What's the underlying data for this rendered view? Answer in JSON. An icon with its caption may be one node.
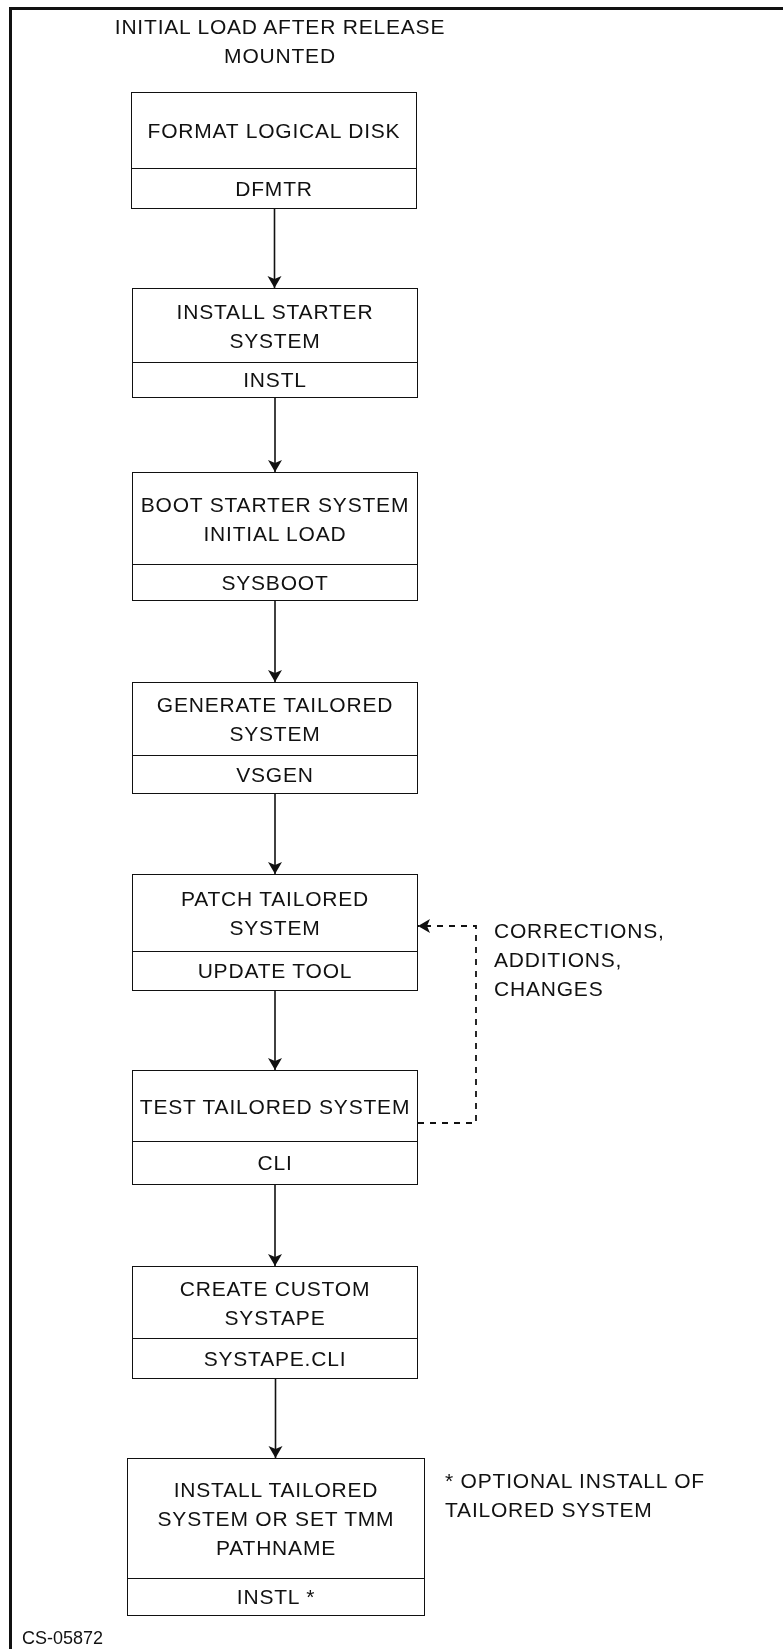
{
  "diagram": {
    "title": "INITIAL LOAD AFTER RELEASE MOUNTED",
    "nodes": [
      {
        "text": [
          "FORMAT LOGICAL DISK",
          "DFMTR"
        ]
      },
      {
        "text": [
          "INSTALL STARTER SYSTEM",
          "INSTL"
        ]
      },
      {
        "text": [
          "BOOT STARTER SYSTEM INITIAL LOAD",
          "SYSBOOT"
        ]
      },
      {
        "text": [
          "GENERATE TAILORED SYSTEM",
          "VSGEN"
        ]
      },
      {
        "text": [
          "PATCH TAILORED SYSTEM",
          "UPDATE TOOL"
        ]
      },
      {
        "text": [
          "TEST TAILORED SYSTEM",
          "CLI"
        ]
      },
      {
        "text": [
          "CREATE CUSTOM SYSTAPE",
          "SYSTAPE.CLI"
        ]
      },
      {
        "text": [
          "INSTALL TAILORED SYSTEM OR SET TMM PATHNAME",
          "INSTL *"
        ]
      }
    ],
    "edges": [
      {
        "from": 0,
        "to": 1,
        "arrow": "to"
      },
      {
        "from": 1,
        "to": 2,
        "arrow": "to"
      },
      {
        "from": 2,
        "to": 3,
        "arrow": "to"
      },
      {
        "from": 3,
        "to": 4,
        "arrow": "to"
      },
      {
        "from": 4,
        "to": 5,
        "arrow": "to"
      },
      {
        "from": 5,
        "to": 6,
        "arrow": "to"
      },
      {
        "from": 6,
        "to": 7,
        "arrow": "to"
      },
      {
        "from": 5,
        "to": 4,
        "arrow": "to",
        "style": "dashed",
        "label": "CORRECTIONS, ADDITIONS, CHANGES"
      }
    ],
    "labels": [
      "* OPTIONAL INSTALL OF TAILORED SYSTEM",
      "CS-05872"
    ]
  }
}
